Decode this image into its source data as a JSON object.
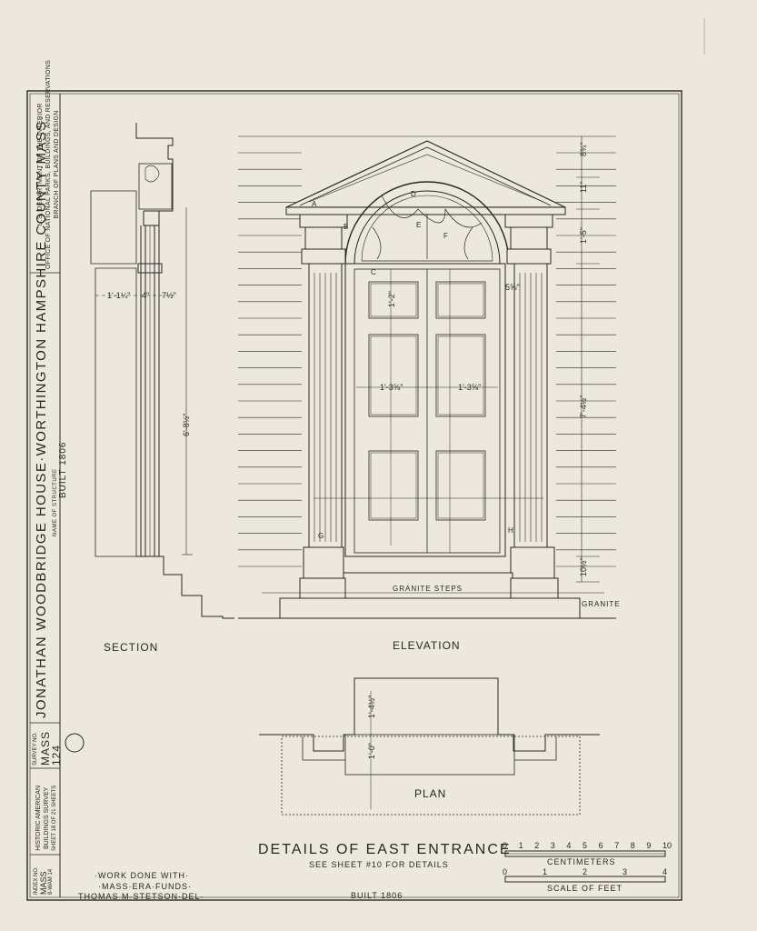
{
  "title_block": {
    "agency_line1": "U.S. DEPARTMENT OF THE INTERIOR",
    "agency_line2": "OFFICE OF NATIONAL PARKS, BUILDINGS, AND RESERVATIONS",
    "agency_line3": "BRANCH OF PLANS AND DESIGN",
    "structure_name": "JONATHAN WOODBRIDGE HOUSE·WORTHINGTON HAMPSHIRE COUNTY·MASS·",
    "structure_caption": "NAME OF STRUCTURE",
    "built": "BUILT 1806",
    "survey_caption": "SURVEY NO.",
    "survey_no_line1": "MASS",
    "survey_no_line2": "124",
    "habs_line1": "HISTORIC AMERICAN",
    "habs_line2": "BUILDINGS SURVEY",
    "sheet_of": "SHEET 18 OF 21 SHEETS",
    "index_caption": "INDEX NO.",
    "index_line1": "MASS",
    "index_line2": "8-WAM 14"
  },
  "drawing": {
    "title": "DETAILS OF EAST ENTRANCE",
    "subtitle": "SEE SHEET #10 FOR DETAILS",
    "built": "BUILT 1806",
    "section_label": "SECTION",
    "elevation_label": "ELEVATION",
    "plan_label": "PLAN",
    "granite_steps": "GRANITE STEPS",
    "granite": "GRANITE",
    "credit_line1": "·WORK DONE WITH·",
    "credit_line2": "·MASS·ERA·FUNDS·",
    "credit_line3": "THOMAS M·STETSON·DEL·"
  },
  "scales": {
    "cm_ticks": [
      "0",
      "1",
      "2",
      "3",
      "4",
      "5",
      "6",
      "7",
      "8",
      "9",
      "10"
    ],
    "cm_label": "CENTIMETERS",
    "ft_ticks": [
      "0",
      "1",
      "2",
      "3",
      "4"
    ],
    "ft_label": "SCALE OF FEET"
  },
  "dimensions": {
    "pediment_h": "8¾\"",
    "cornice_h": "11\"",
    "fan_h": "1'-5\"",
    "door_h": "7'-4½\"",
    "base_h": "10½\"",
    "door_w": "1'-3⅝\"",
    "panel_h": "1'-2\"",
    "col_w": "5⅝\"",
    "section_depth": "1'-1¼\"",
    "section_a": "4\"",
    "section_b": "7½\"",
    "section_h": "6'-8½\"",
    "plan_a": "1'-4½\"",
    "plan_b": "1'-0\""
  },
  "callouts": [
    "A",
    "B",
    "C",
    "D",
    "E",
    "F",
    "G",
    "H"
  ]
}
